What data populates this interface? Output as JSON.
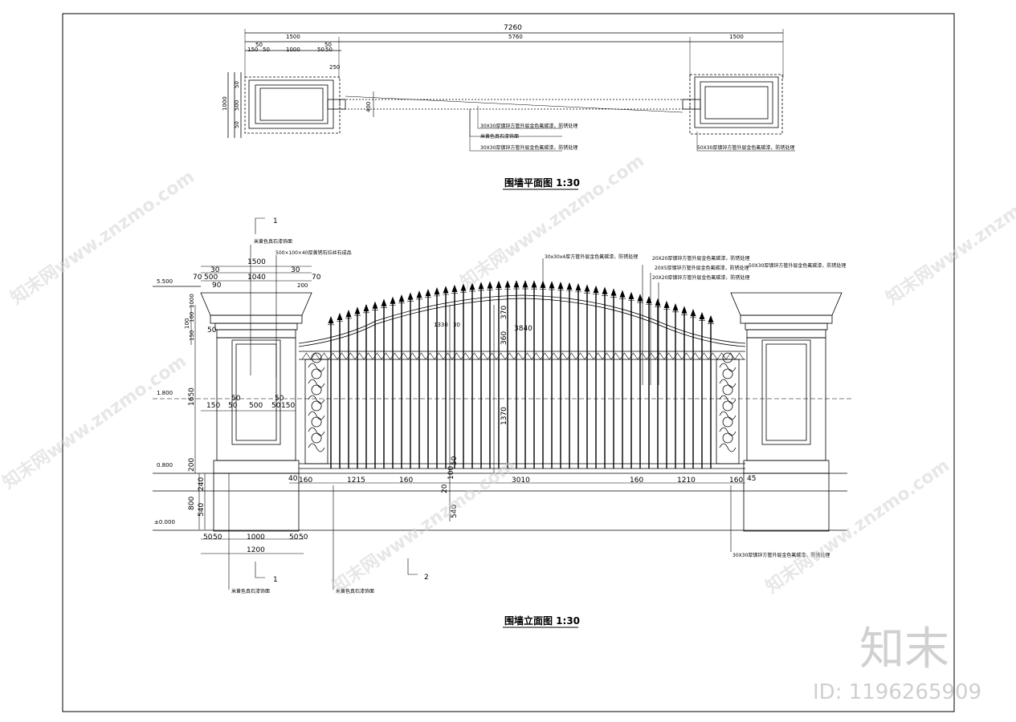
{
  "plan": {
    "title": "围墙平面图 1:30",
    "overall": "7260",
    "seg_left": "1500",
    "seg_mid": "5760",
    "seg_right": "1500",
    "pillar_dims": [
      "50",
      "1000",
      "50",
      "50",
      "150",
      "50",
      "50"
    ],
    "top_extra": "250",
    "side_1000": "1000",
    "side_500": "500",
    "side_50a": "50",
    "side_50b": "50",
    "depth_400": "400",
    "note1": "30X30厚镀锌方管外层金色氟碳漆，防锈处理",
    "note2": "米黄色真石漆饰面",
    "note3": "30X30厚镀锌方管外层金色氟碳漆，防锈处理",
    "note4": "50X30厚镀锌方管外层金色氟碳漆，防锈处理"
  },
  "elev": {
    "title": "围墙立面图 1:30",
    "sec1": "1",
    "sec2": "2",
    "lv_5500": "5.500",
    "lv_1800": "1.800",
    "lv_0800": "0.800",
    "lv_0000": "±0.000",
    "top_1500": "1500",
    "top_row": [
      "70",
      "30",
      "30",
      "70"
    ],
    "top_1040": "1040",
    "top_500a": "500",
    "top_90": "90",
    "top_200": "200",
    "mid_row": [
      "150",
      "50",
      "50",
      "500",
      "50",
      "50",
      "150"
    ],
    "left_col": [
      "100",
      "150",
      "100",
      "1000",
      "50",
      "1650",
      "200",
      "240",
      "800",
      "540"
    ],
    "gate_dims": [
      "40",
      "160",
      "1215",
      "160",
      "3010",
      "160",
      "1210",
      "160",
      "45"
    ],
    "gate_v": [
      "370",
      "360",
      "1370",
      "20",
      "100",
      "50",
      "540",
      "3840",
      "1330",
      "30"
    ],
    "bot_row": [
      "50",
      "50",
      "1000",
      "50",
      "50"
    ],
    "bot_1200": "1200",
    "n_top1": "米黄色真石漆饰面",
    "n_top2": "500×100×40厚黄锈石拉丝石成品",
    "n_gate1": "30x30x4厚方管外层金色氟碳漆，防锈处理",
    "n_gate2": "20X20厚镀锌方管外层金色氟碳漆，防锈处理",
    "n_gate3": "20X5厚镀锌方管外层金色氟碳漆，防锈处理",
    "n_gate4": "50X30厚镀锌方管外层金色氟碳漆，防锈处理",
    "n_gate5": "20X20厚镀锌方管外层金色氟碳漆，防锈处理",
    "n_bot_right": "30X30厚镀锌方管外层金色氟碳漆，防锈处理",
    "n_bot_left": "米黄色真石漆饰面",
    "n_bot_mid": "米黄色真石漆饰面"
  },
  "watermark": {
    "site": "知末网www.znzmo.com",
    "brand": "知末",
    "id": "ID: 1196265909"
  }
}
